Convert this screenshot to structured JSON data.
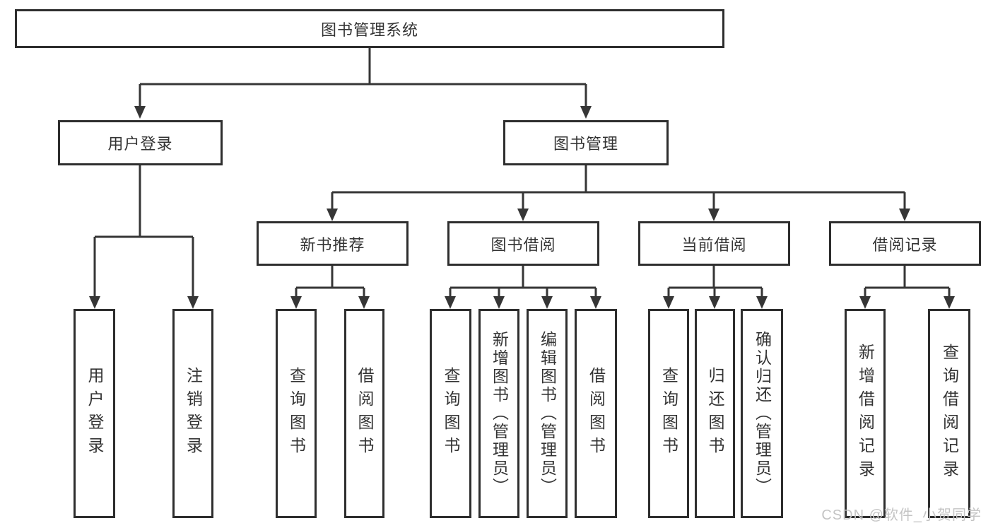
{
  "tree": {
    "root": {
      "label": "图书管理系统"
    },
    "branches": [
      {
        "label": "用户登录",
        "children": [
          {
            "label": "用户登录"
          },
          {
            "label": "注销登录"
          }
        ]
      },
      {
        "label": "图书管理",
        "children": [
          {
            "label": "新书推荐",
            "children": [
              {
                "label": "查询图书"
              },
              {
                "label": "借阅图书"
              }
            ]
          },
          {
            "label": "图书借阅",
            "children": [
              {
                "label": "查询图书"
              },
              {
                "label": "新增图书（管理员）"
              },
              {
                "label": "编辑图书（管理员）"
              },
              {
                "label": "借阅图书"
              }
            ]
          },
          {
            "label": "当前借阅",
            "children": [
              {
                "label": "查询图书"
              },
              {
                "label": "归还图书"
              },
              {
                "label": "确认归还（管理员）"
              }
            ]
          },
          {
            "label": "借阅记录",
            "children": [
              {
                "label": "新增借阅记录"
              },
              {
                "label": "查询借阅记录"
              }
            ]
          }
        ]
      }
    ]
  },
  "watermark": {
    "text": "CSDN @软件_小贺同学"
  },
  "colors": {
    "line": "#363636",
    "box_border": "#2e2e2e",
    "box_bg": "#ffffff",
    "text": "#333333",
    "watermark": "#c4c4c4"
  }
}
